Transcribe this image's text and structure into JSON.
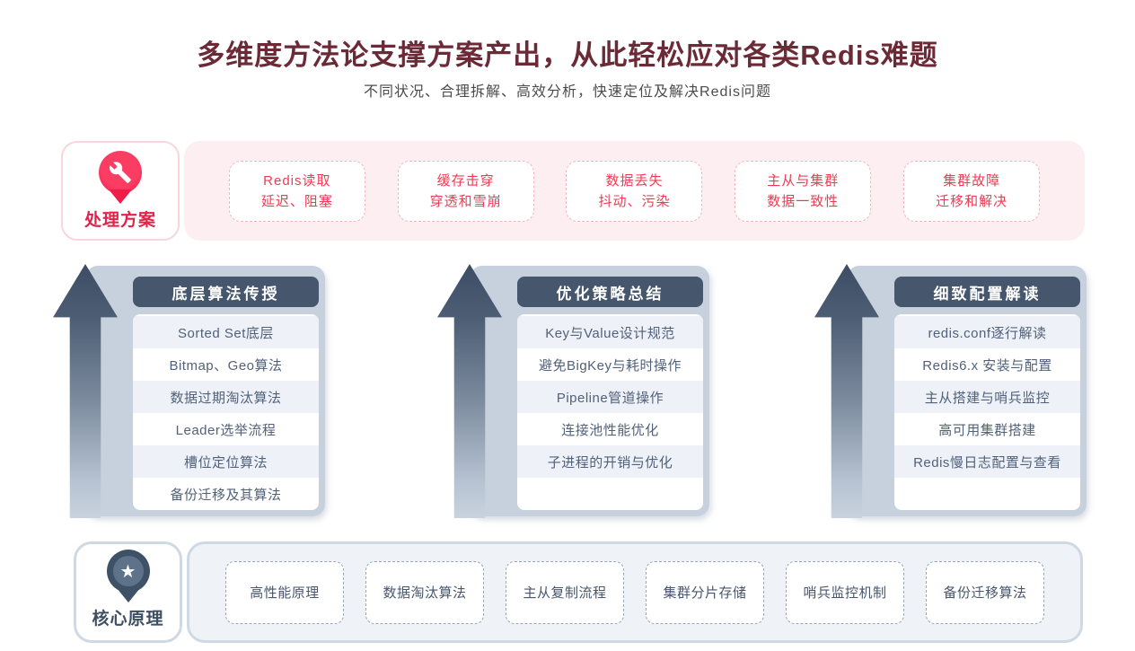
{
  "page": {
    "title": "多维度方法论支撑方案产出，从此轻松应对各类Redis难题",
    "subtitle": "不同状况、合理拆解、高效分析，快速定位及解决Redis问题"
  },
  "solutions": {
    "label": "处理方案",
    "pin_icon": "wrench-pin-icon",
    "items": [
      {
        "line1": "Redis读取",
        "line2": "延迟、阻塞"
      },
      {
        "line1": "缓存击穿",
        "line2": "穿透和雪崩"
      },
      {
        "line1": "数据丢失",
        "line2": "抖动、污染"
      },
      {
        "line1": "主从与集群",
        "line2": "数据一致性"
      },
      {
        "line1": "集群故障",
        "line2": "迁移和解决"
      }
    ]
  },
  "columns": [
    {
      "header": "底层算法传授",
      "items": [
        "Sorted Set底层",
        "Bitmap、Geo算法",
        "数据过期淘汰算法",
        "Leader选举流程",
        "槽位定位算法",
        "备份迁移及其算法"
      ]
    },
    {
      "header": "优化策略总结",
      "items": [
        "Key与Value设计规范",
        "避免BigKey与耗时操作",
        "Pipeline管道操作",
        "连接池性能优化",
        "子进程的开销与优化"
      ]
    },
    {
      "header": "细致配置解读",
      "items": [
        "redis.conf逐行解读",
        "Redis6.x 安装与配置",
        "主从搭建与哨兵监控",
        "高可用集群搭建",
        "Redis慢日志配置与查看"
      ]
    }
  ],
  "principles": {
    "label": "核心原理",
    "pin_icon": "star-pin-icon",
    "star_glyph": "★",
    "items": [
      "高性能原理",
      "数据淘汰算法",
      "主从复制流程",
      "集群分片存储",
      "哨兵监控机制",
      "备份迁移算法"
    ]
  },
  "colors": {
    "title": "#6b2a36",
    "subtitle_text": "#4c4c4c",
    "red_accent": "#ee3b55",
    "label_red": "#e32249",
    "pin_red": "#ef1d48",
    "pink_panel": "#fdeef1",
    "pink_border": "#f9d4dc",
    "pink_dashed": "#f3b3c0",
    "slate_dark": "#46566d",
    "slate_pin": "#3f5166",
    "slate_mid": "#5e7389",
    "label_slate": "#3d4f63",
    "container_blue": "#c7d1de",
    "row_stripe": "#eef2f8",
    "list_text": "#51617a",
    "panel_blue": "#eff3f8",
    "panel_border": "#cfd9e4",
    "dashed_slate": "#97a4b4",
    "box_text": "#47566c"
  }
}
